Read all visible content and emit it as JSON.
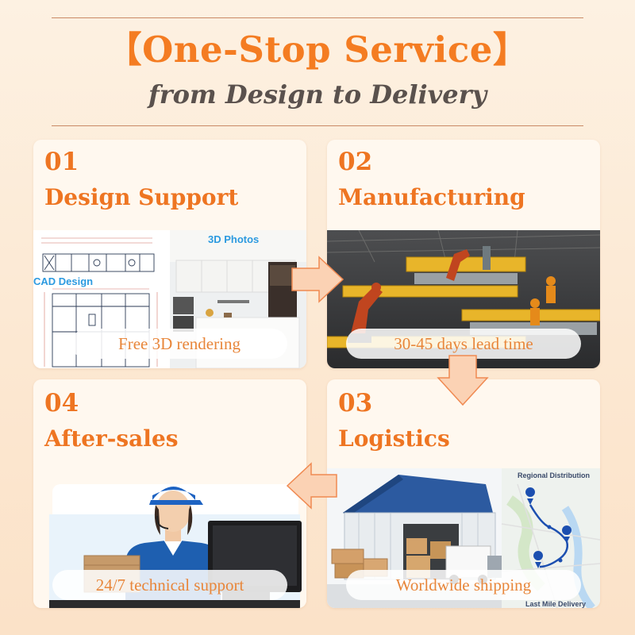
{
  "header": {
    "title": "【One-Stop Service】",
    "subtitle": "from Design to Delivery"
  },
  "steps": [
    {
      "number": "01",
      "name": "Design Support",
      "caption": "Free 3D rendering",
      "image_labels": {
        "cad": "CAD Design",
        "photos": "3D Photos"
      }
    },
    {
      "number": "02",
      "name": "Manufacturing",
      "caption": "30-45 days lead time"
    },
    {
      "number": "03",
      "name": "Logistics",
      "caption": "Worldwide shipping",
      "image_labels": {
        "map_title": "Regional Distribution",
        "map_footer": "Last Mile Delivery"
      }
    },
    {
      "number": "04",
      "name": "After-sales",
      "caption": "24/7 technical support"
    }
  ],
  "colors": {
    "accent": "#f47c22",
    "subtitle": "#5a514d",
    "card_bg": "#fff8ef",
    "arrow_fill": "#fbd2b4",
    "arrow_stroke": "#f08a52"
  },
  "icons": [
    "arrow-right-icon",
    "arrow-down-icon",
    "arrow-left-icon"
  ]
}
